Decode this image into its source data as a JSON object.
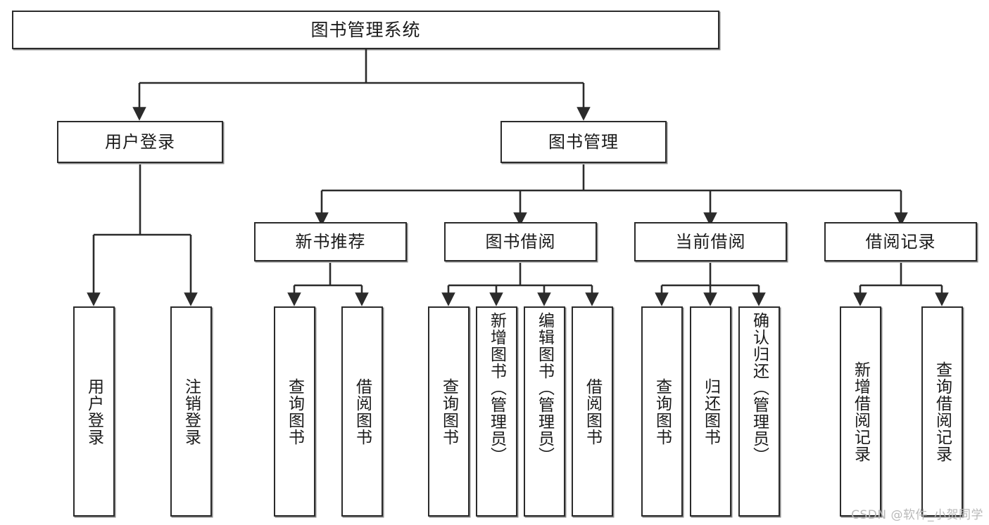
{
  "title": "图书管理系统",
  "watermark": "CSDN @软件_小贺同学",
  "colors": {
    "stroke": "#2b2b2b",
    "box_fill": "#ffffff",
    "background": "#ffffff",
    "watermark": "#b9b9b9"
  },
  "nodes": {
    "root": {
      "label": "图书管理系统"
    },
    "level2": [
      {
        "label": "用户登录"
      },
      {
        "label": "图书管理"
      }
    ],
    "level3": [
      {
        "label": "新书推荐"
      },
      {
        "label": "图书借阅"
      },
      {
        "label": "当前借阅"
      },
      {
        "label": "借阅记录"
      }
    ],
    "leaves": {
      "user_login": [
        {
          "label": "用户登录"
        },
        {
          "label": "注销登录"
        }
      ],
      "new_book": [
        {
          "label": "查询图书"
        },
        {
          "label": "借阅图书"
        }
      ],
      "book_borrow": [
        {
          "label": "查询图书"
        },
        {
          "label": "新增图书（管理员）"
        },
        {
          "label": "编辑图书（管理员）"
        },
        {
          "label": "借阅图书"
        }
      ],
      "current_borrow": [
        {
          "label": "查询图书"
        },
        {
          "label": "归还图书"
        },
        {
          "label": "确认归还（管理员）"
        }
      ],
      "borrow_record": [
        {
          "label": "新增借阅记录"
        },
        {
          "label": "查询借阅记录"
        }
      ]
    }
  }
}
